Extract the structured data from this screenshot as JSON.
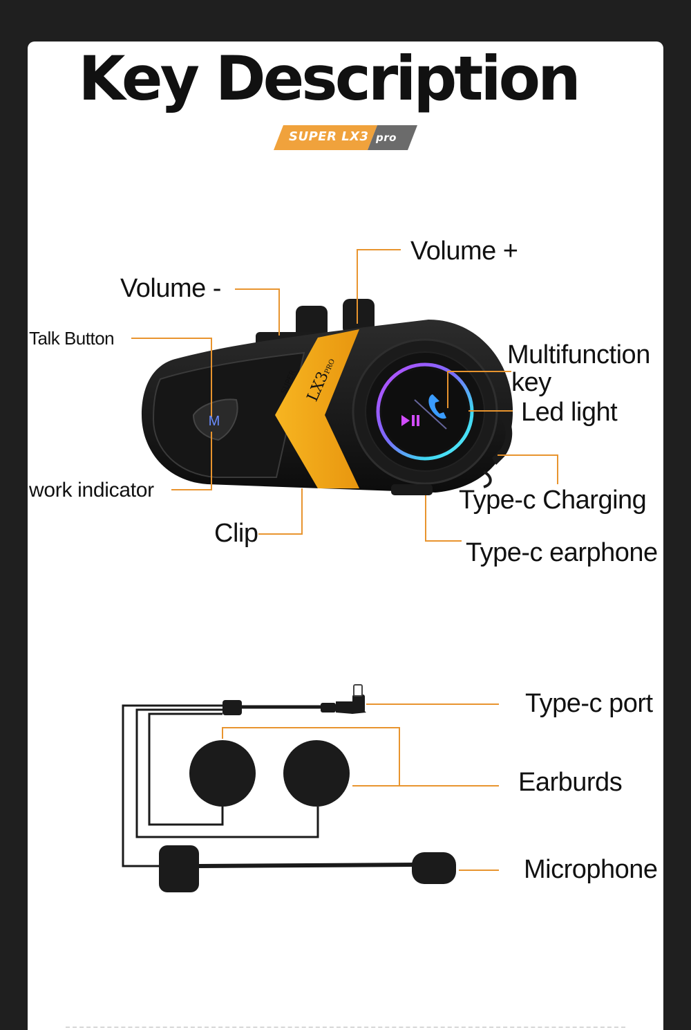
{
  "title": "Key Description",
  "badge": {
    "text_main": "SUPER LX3",
    "text_suffix": "pro"
  },
  "device": {
    "brand_small": "SUPER",
    "model": "LX3",
    "model_suffix": "PRO",
    "button_letter": "M"
  },
  "labels": {
    "volume_plus": "Volume +",
    "volume_minus": "Volume -",
    "talk_button": "Talk Button",
    "multifunction_line1": "Multifunction",
    "multifunction_line2": "key",
    "led_light": "Led light",
    "work_indicator": "work indicator",
    "clip": "Clip",
    "type_c_charging": "Type-c Charging",
    "type_c_earphone": "Type-c earphone",
    "type_c_port": "Type-c port",
    "earbuds": "Earburds",
    "microphone": "Microphone"
  },
  "colors": {
    "accent_orange": "#f0a23c",
    "line_orange": "#e8942e",
    "device_yellow": "#f2a91c",
    "device_black": "#151515",
    "page_dark": "#1f1f1f"
  }
}
